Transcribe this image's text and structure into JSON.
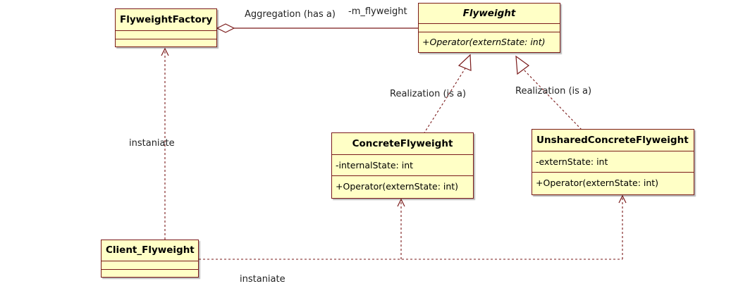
{
  "classes": {
    "flyweight_factory": {
      "name": "FlyweightFactory"
    },
    "flyweight": {
      "name": "Flyweight",
      "operation": "+Operator(externState: int)"
    },
    "concrete_flyweight": {
      "name": "ConcreteFlyweight",
      "attribute": "-internalState: int",
      "operation": "+Operator(externState: int)"
    },
    "unshared_concrete_flyweight": {
      "name": "UnsharedConcreteFlyweight",
      "attribute": "-externState: int",
      "operation": "+Operator(externState: int)"
    },
    "client_flyweight": {
      "name": "Client_Flyweight"
    }
  },
  "labels": {
    "aggregation": "Aggregation (has a)",
    "role": "-m_flyweight",
    "realization_left": "Realization (is a)",
    "realization_right": "Realization (is a)",
    "instantiate_factory": "instaniate",
    "instantiate_client": "instaniate"
  },
  "colors": {
    "class_fill": "#ffffc6",
    "class_border": "#7a1a1a",
    "edge": "#7a1a1a",
    "background": "#ffffff"
  }
}
